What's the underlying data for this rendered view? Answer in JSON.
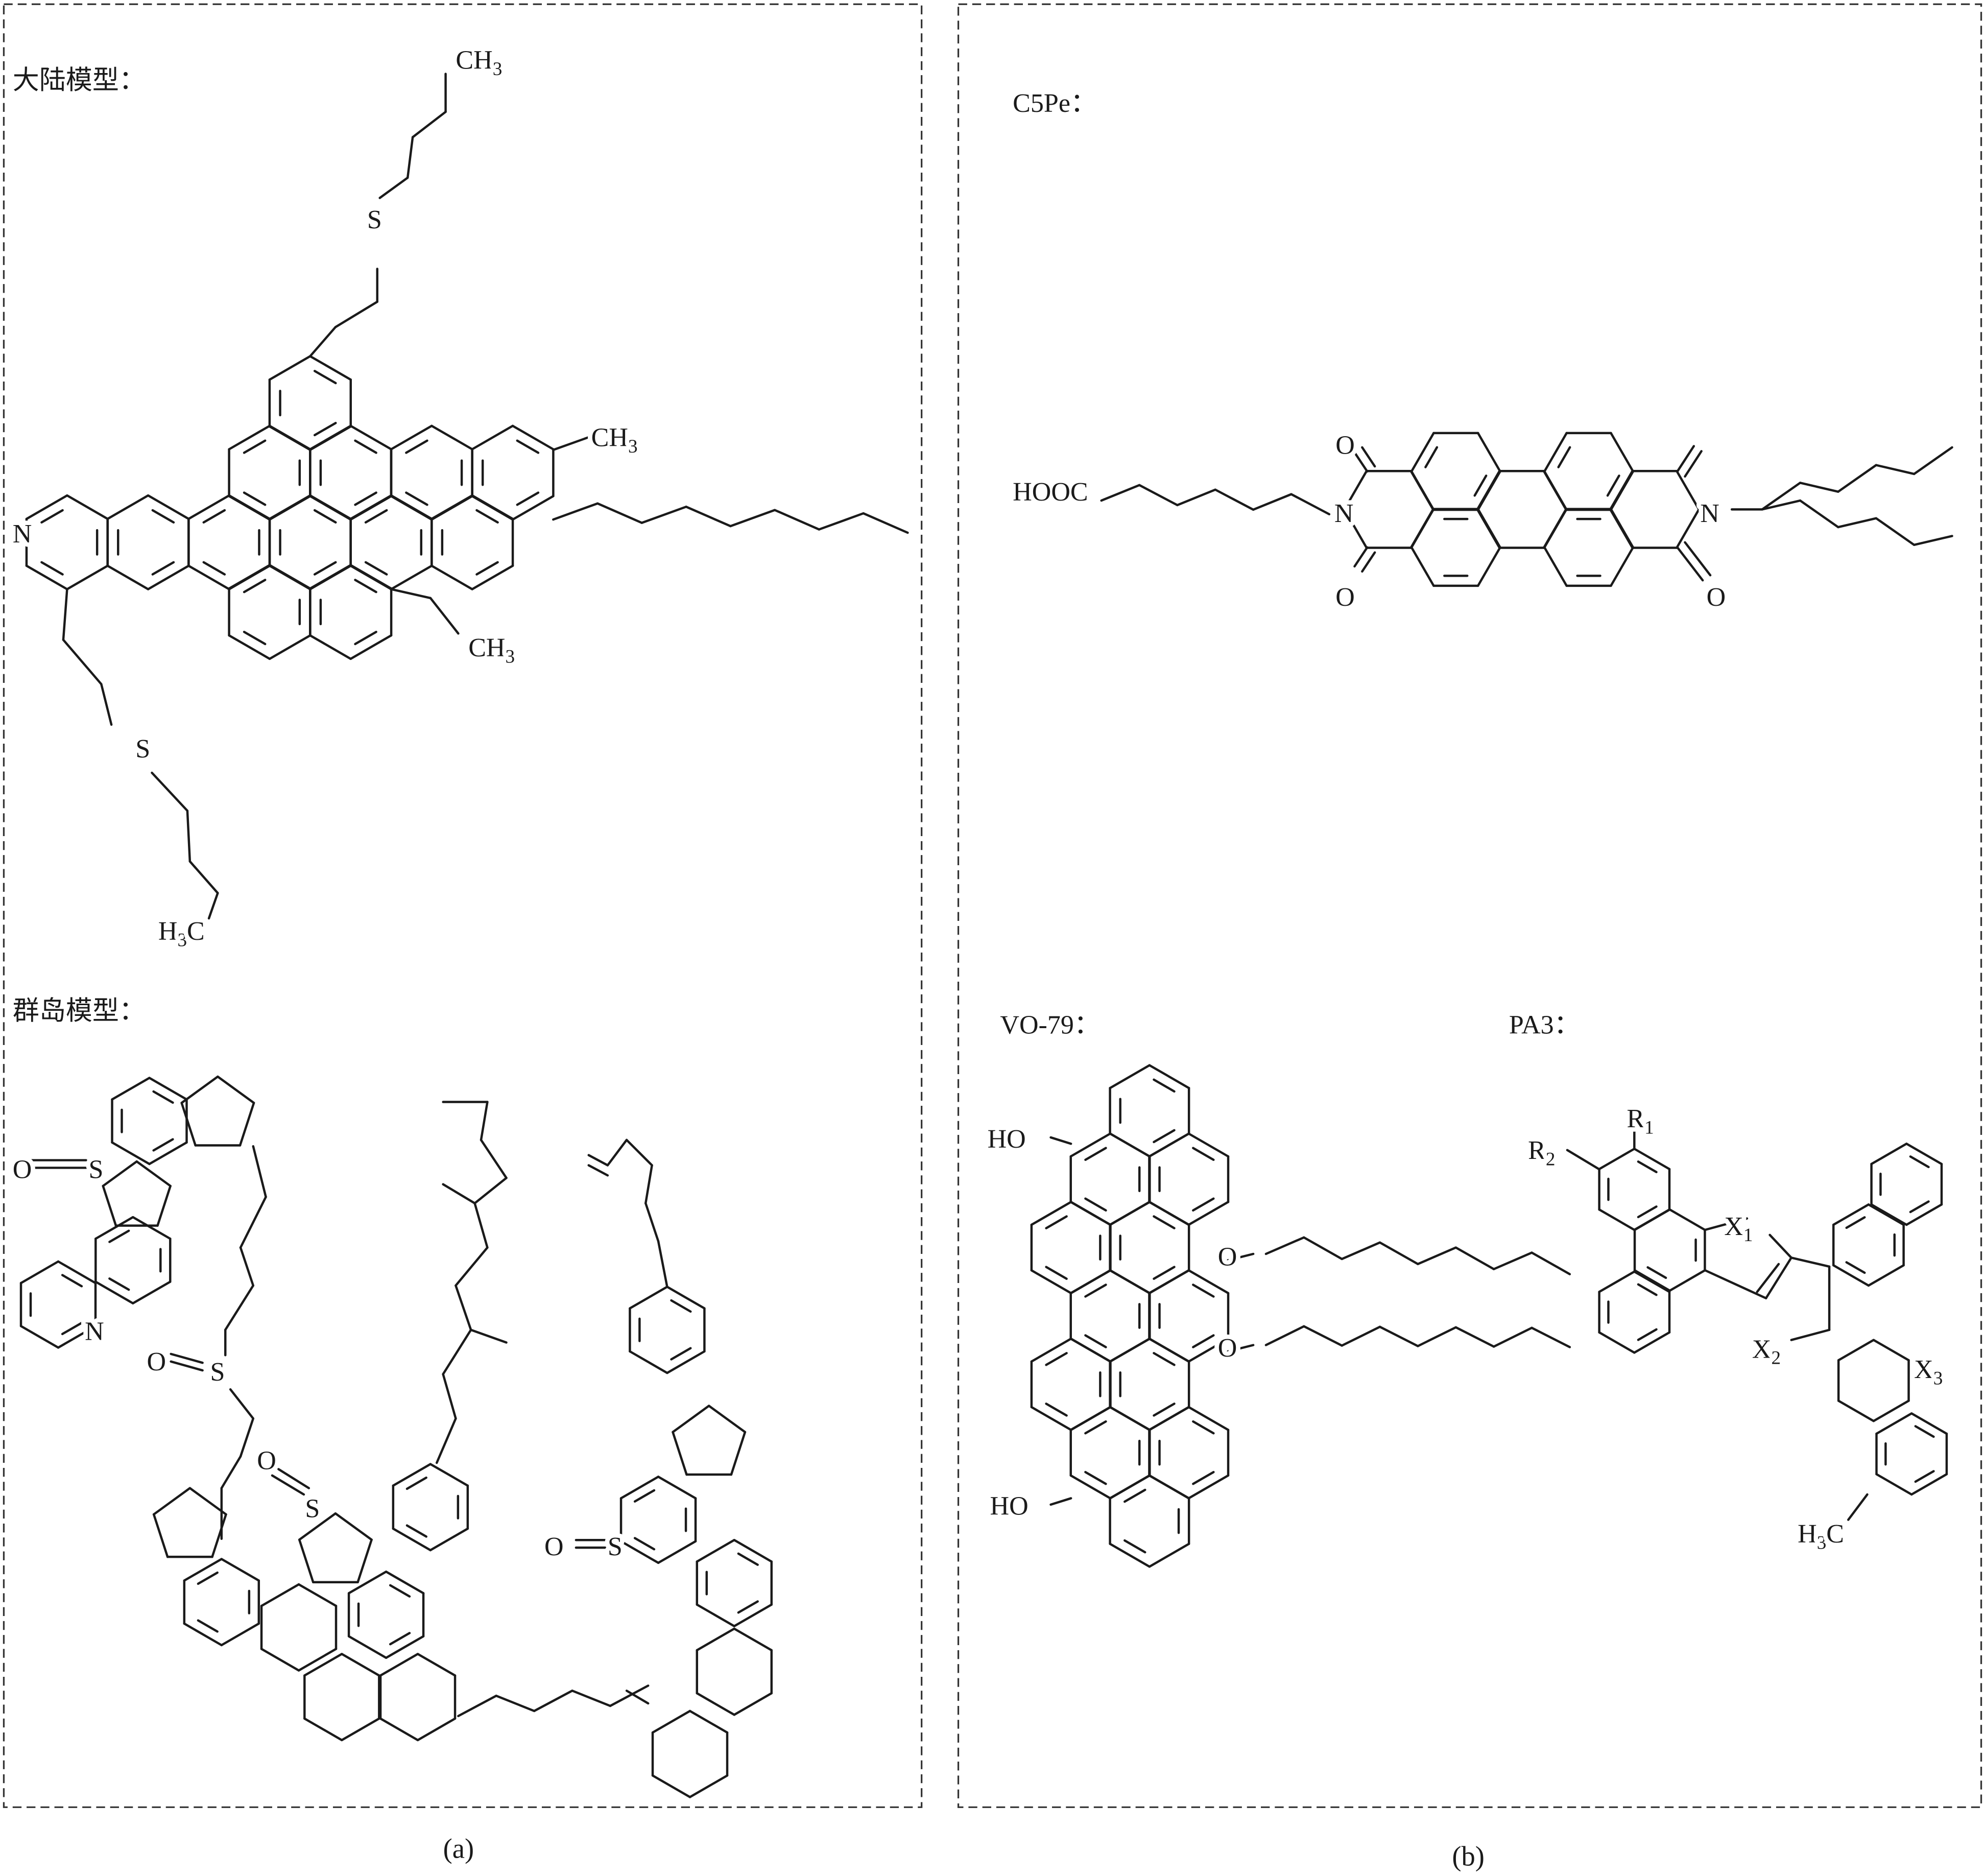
{
  "panel_a": {
    "caption": "(a)",
    "continent_title": "大陆模型：",
    "archipelago_title": "群岛模型：",
    "continent_atoms": {
      "ch3_top": {
        "m": "CH",
        "s": "3"
      },
      "s_top": {
        "m": "S"
      },
      "ch3_right": {
        "m": "CH",
        "s": "3"
      },
      "n_pyridine": {
        "m": "N"
      },
      "ch3_ethyl": {
        "m": "CH",
        "s": "3"
      },
      "s_bottom": {
        "m": "S"
      },
      "h3c_bottom": {
        "m": "H",
        "s": "3",
        "e": "C"
      }
    },
    "archipelago_atoms": {
      "o1": "O",
      "s1": "S",
      "n1": "N",
      "o2": "O",
      "s2": "S",
      "o3": "O",
      "s3": "S",
      "o4": "O",
      "s4": "S"
    }
  },
  "panel_b": {
    "caption": "(b)",
    "c5pe_title": "C5Pe：",
    "vo79_title": "VO-79：",
    "pa3_title": "PA3：",
    "c5pe_atoms": {
      "hooc": "HOOC",
      "o_top_left": "O",
      "n_left": "N",
      "o_bottom_left": "O",
      "n_right": "N",
      "o_bottom_right": "O"
    },
    "vo79_atoms": {
      "ho_top": "HO",
      "o_ether1": "O",
      "o_ether2": "O",
      "ho_bottom": "HO"
    },
    "pa3_atoms": {
      "r1": {
        "m": "R",
        "s": "1"
      },
      "r2": {
        "m": "R",
        "s": "2"
      },
      "x1": {
        "m": "X",
        "s": "1"
      },
      "x2": {
        "m": "X",
        "s": "2"
      },
      "x3": {
        "m": "X",
        "s": "3"
      },
      "h3c": {
        "m": "H",
        "s": "3",
        "e": "C"
      }
    }
  }
}
